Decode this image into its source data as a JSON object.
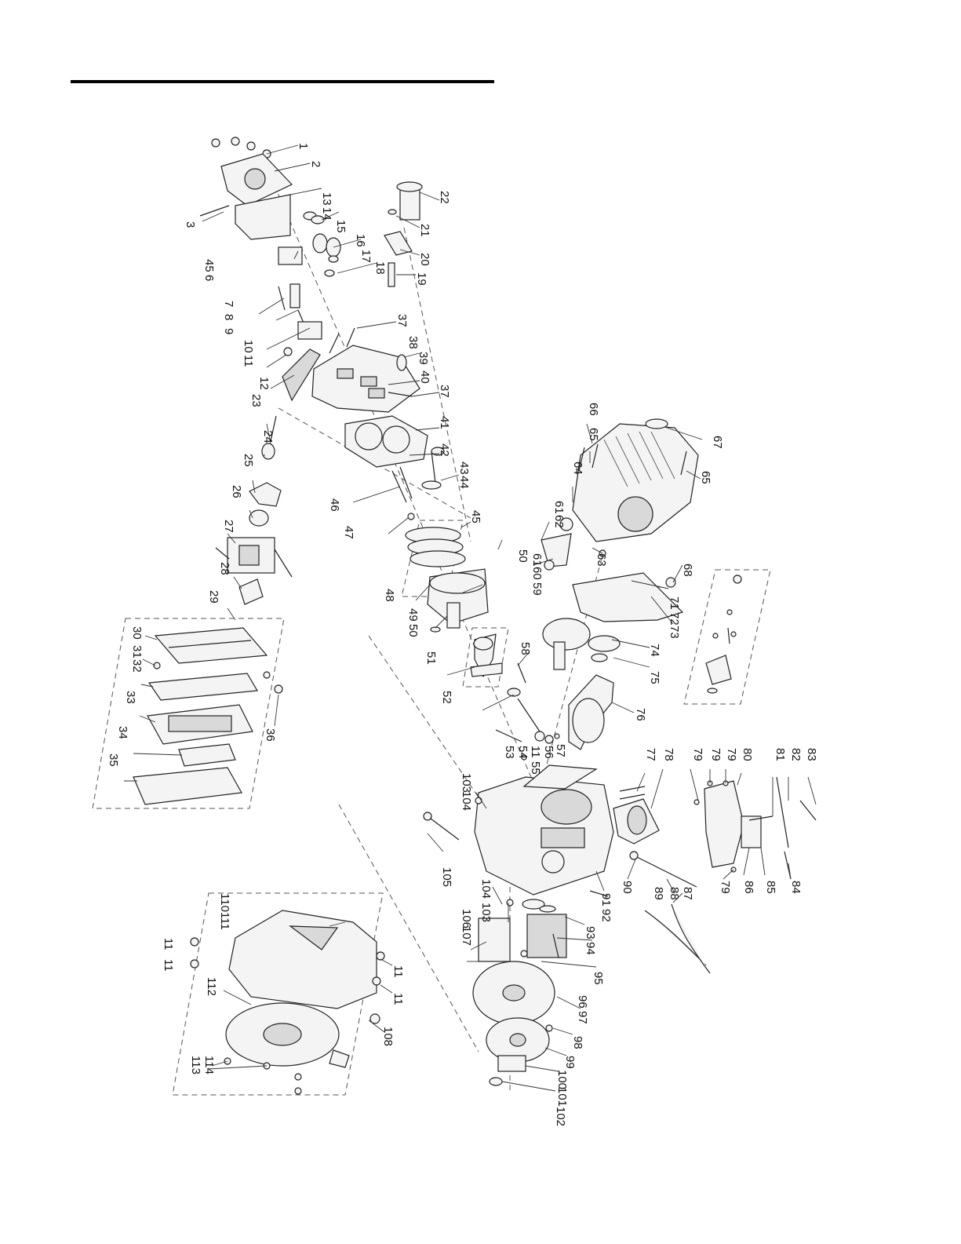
{
  "diagram": {
    "callouts": [
      "1",
      "2",
      "3",
      "45",
      "6",
      "7",
      "8",
      "9",
      "10",
      "11",
      "12",
      "13",
      "14",
      "15",
      "16",
      "17",
      "18",
      "19",
      "20",
      "21",
      "22",
      "23",
      "24",
      "25",
      "26",
      "27",
      "28",
      "29",
      "30",
      "31",
      "32",
      "33",
      "34",
      "35",
      "36",
      "37",
      "38",
      "39",
      "40",
      "37",
      "41",
      "42",
      "43",
      "44",
      "46",
      "47",
      "45",
      "48",
      "49",
      "50",
      "50",
      "51",
      "52",
      "53",
      "54",
      "11",
      "55",
      "56",
      "57",
      "58",
      "59",
      "60",
      "61",
      "61",
      "62",
      "63",
      "64",
      "65",
      "65",
      "66",
      "67",
      "68",
      "71",
      "72",
      "73",
      "74",
      "75",
      "76",
      "77",
      "78",
      "79",
      "79",
      "79",
      "79",
      "80",
      "81",
      "82",
      "83",
      "84",
      "85",
      "86",
      "87",
      "88",
      "89",
      "90",
      "91",
      "92",
      "93",
      "94",
      "95",
      "96",
      "97",
      "98",
      "99",
      "100",
      "101",
      "102",
      "103",
      "104",
      "103",
      "104",
      "105",
      "106",
      "107",
      "108",
      "110",
      "111",
      "11",
      "11",
      "11",
      "11",
      "112",
      "113",
      "114"
    ]
  }
}
